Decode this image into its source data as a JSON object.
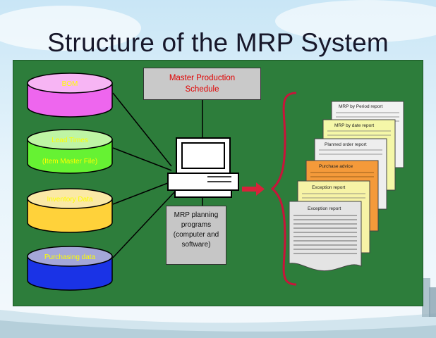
{
  "title": "Structure of the MRP System",
  "inputs": [
    {
      "label_lines": [
        "BOM"
      ],
      "fill": "#ee66ee",
      "top": "#f7b5f4"
    },
    {
      "label_lines": [
        "Lead Times",
        "(Item Master File)"
      ],
      "fill": "#66f233",
      "top": "#bff5a4"
    },
    {
      "label_lines": [
        "Inventory Data"
      ],
      "fill": "#ffd23a",
      "top": "#fbe9a6"
    },
    {
      "label_lines": [
        "Purchasing data"
      ],
      "fill": "#1a33e6",
      "top": "#a4a7d8"
    }
  ],
  "mps": {
    "line1": "Master Production",
    "line2": "Schedule"
  },
  "program": {
    "lines": [
      "MRP planning",
      "programs",
      "(computer and",
      "software)"
    ]
  },
  "reports": [
    {
      "title": "MRP by Period report",
      "fill": "#f2f2f2"
    },
    {
      "title": "MRP by date report",
      "fill": "#f5f7a8"
    },
    {
      "title": "Planned order report",
      "fill": "#eeeeee"
    },
    {
      "title": "Purchase advice",
      "fill": "#f49a3a"
    },
    {
      "title": "Exception report",
      "fill": "#f7f3a6"
    },
    {
      "title": "Exception report",
      "fill": "#e4e4e4"
    }
  ],
  "colors": {
    "panel": "#2d7d3b",
    "arrow": "#d8223a",
    "brace": "#c8143a"
  }
}
